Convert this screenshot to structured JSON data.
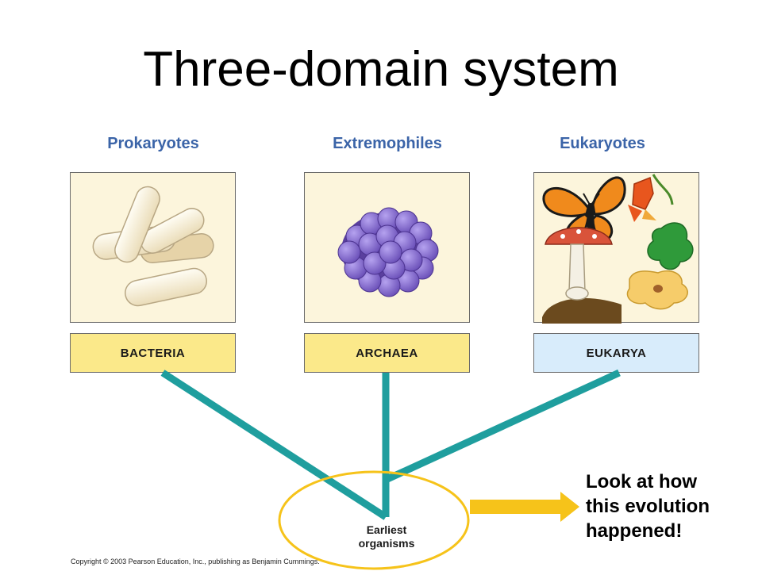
{
  "title": "Three-domain system",
  "groups": [
    {
      "label": "Prokaryotes",
      "domain": "BACTERIA",
      "box_color": "#fbe98a"
    },
    {
      "label": "Extremophiles",
      "domain": "ARCHAEA",
      "box_color": "#fbe98a"
    },
    {
      "label": "Eukaryotes",
      "domain": "EUKARYA",
      "box_color": "#d8ecfb"
    }
  ],
  "root": {
    "line1": "Earliest",
    "line2": "organisms"
  },
  "note": {
    "line1": "Look at how",
    "line2": "this evolution",
    "line3": "happened!"
  },
  "copyright": "Copyright © 2003 Pearson Education, Inc., publishing as Benjamin Cummings.",
  "colors": {
    "branch": "#1f9e9e",
    "accent": "#f6c31a",
    "label": "#3b64a8"
  },
  "icons": [
    "bacteria-rods-illustration",
    "archaea-cluster-illustration",
    "butterfly-icon",
    "flower-icon",
    "mushroom-icon",
    "amoeba-icon"
  ]
}
